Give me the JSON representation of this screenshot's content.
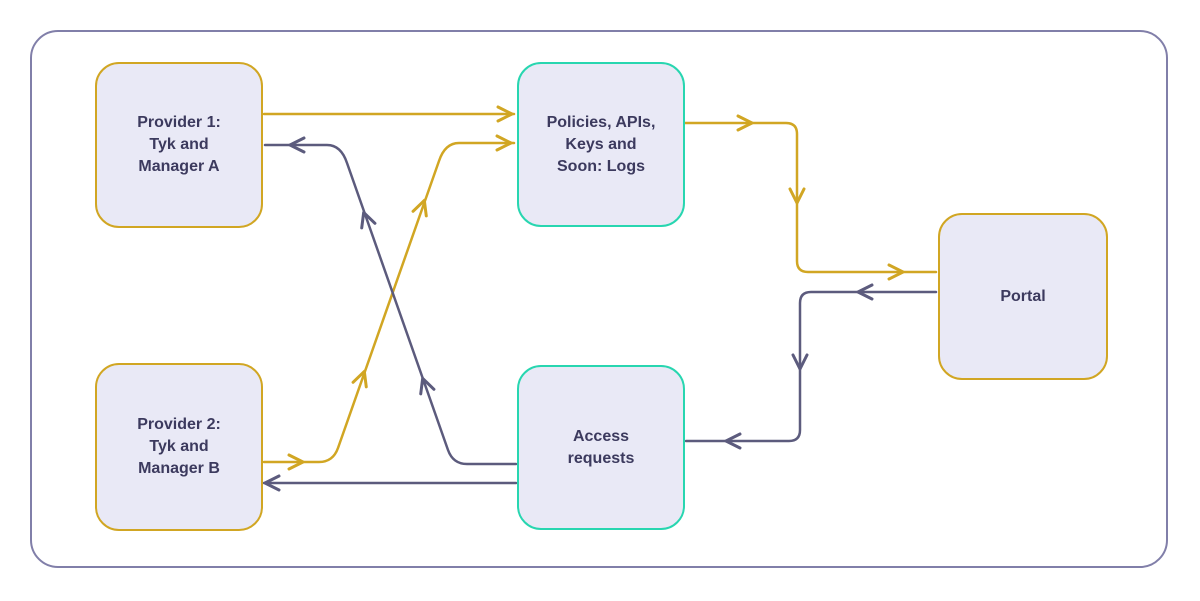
{
  "diagram_title": "Tyk providers, portal and access flow diagram",
  "colors": {
    "background": "#ffffff",
    "frame_border": "#817fa9",
    "node_fill": "#e9e9f6",
    "node_text": "#3c3a5e",
    "yellow": "#d1a623",
    "teal": "#28d6b0",
    "purple": "#5c5b7d"
  },
  "nodes": {
    "provider1": {
      "label": "Provider 1: Tyk and Manager A",
      "lines": [
        "Provider 1:",
        "Tyk and",
        "Manager A"
      ],
      "border": "yellow"
    },
    "provider2": {
      "label": "Provider 2: Tyk and Manager B",
      "lines": [
        "Provider 2:",
        "Tyk and",
        "Manager B"
      ],
      "border": "yellow"
    },
    "policies": {
      "label": "Policies, APIs, Keys and Soon: Logs",
      "lines": [
        "Policies, APIs,",
        "Keys and",
        "Soon: Logs"
      ],
      "border": "teal"
    },
    "access": {
      "label": "Access requests",
      "lines": [
        "Access",
        "requests"
      ],
      "border": "teal"
    },
    "portal": {
      "label": "Portal",
      "lines": [
        "Portal"
      ],
      "border": "yellow"
    }
  },
  "edges": [
    {
      "id": "provider1-to-policies",
      "from": "provider1",
      "to": "policies",
      "color": "yellow"
    },
    {
      "id": "provider2-to-policies",
      "from": "provider2",
      "to": "policies",
      "color": "yellow"
    },
    {
      "id": "policies-to-portal",
      "from": "policies",
      "to": "portal",
      "color": "yellow"
    },
    {
      "id": "portal-to-access",
      "from": "portal",
      "to": "access",
      "color": "purple"
    },
    {
      "id": "access-to-provider1",
      "from": "access",
      "to": "provider1",
      "color": "purple"
    },
    {
      "id": "access-to-provider2",
      "from": "access",
      "to": "provider2",
      "color": "purple"
    }
  ]
}
